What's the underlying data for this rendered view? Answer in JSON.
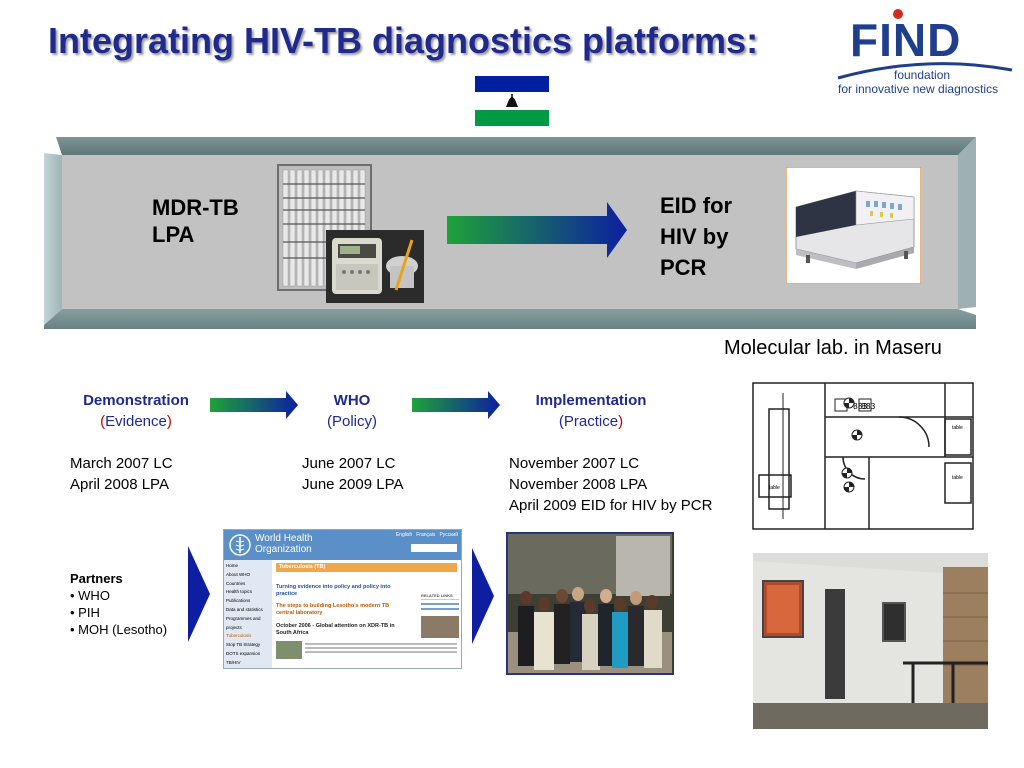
{
  "title": "Integrating HIV-TB diagnostics platforms:",
  "logo": {
    "mark": "FIND",
    "line1": "foundation",
    "line2": "for innovative new diagnostics",
    "colors": {
      "blue": "#1f3f8c",
      "red": "#d52b1e"
    }
  },
  "flag": {
    "icon": "lesotho-flag-icon",
    "colors": [
      "#00209f",
      "#ffffff",
      "#009a44"
    ]
  },
  "banner": {
    "left_label_1": "MDR-TB",
    "left_label_2": "LPA",
    "right_label_1": "EID for",
    "right_label_2": "HIV by",
    "right_label_3": "PCR"
  },
  "caption": "Molecular lab. in Maseru",
  "phases": [
    {
      "title": "Demonstration",
      "sub": "Evidence",
      "dates": [
        "March 2007 LC",
        "April 2008 LPA"
      ]
    },
    {
      "title": "WHO",
      "sub": "Policy",
      "dates": [
        "June 2007 LC",
        "June 2009 LPA"
      ]
    },
    {
      "title": "Implementation",
      "sub": "Practice",
      "dates": [
        "November 2007 LC",
        "November 2008 LPA",
        "April 2009 EID for HIV by PCR"
      ]
    }
  ],
  "partners": {
    "heading": "Partners",
    "items": [
      "• WHO",
      "• PIH",
      "• MOH (Lesotho)"
    ]
  },
  "who_page": {
    "org_1": "World Health",
    "org_2": "Organization",
    "lang": [
      "English",
      "Français",
      "Русский"
    ],
    "section": "Tuberculosis (TB)",
    "menu": [
      "Home",
      "About WHO",
      "Countries",
      "Health topics",
      "Publications",
      "Data and statistics",
      "Programmes and projects",
      "Tuberculosis",
      "Stop TB Strategy",
      "DOTS expansion",
      "TB/HIV"
    ],
    "headline_1": "Turning evidence into policy and policy into practice",
    "headline_2": "The steps to building Lesotho's modern TB central laboratory",
    "headline_3": "October 2006 - Global attention on XDR-TB in South Africa",
    "related": "RELATED LINKS"
  },
  "colors": {
    "title": "#1f2a8c",
    "accent_red": "#c00000",
    "arrow_green": "#1fa23a",
    "arrow_blue": "#0d1fa0"
  }
}
